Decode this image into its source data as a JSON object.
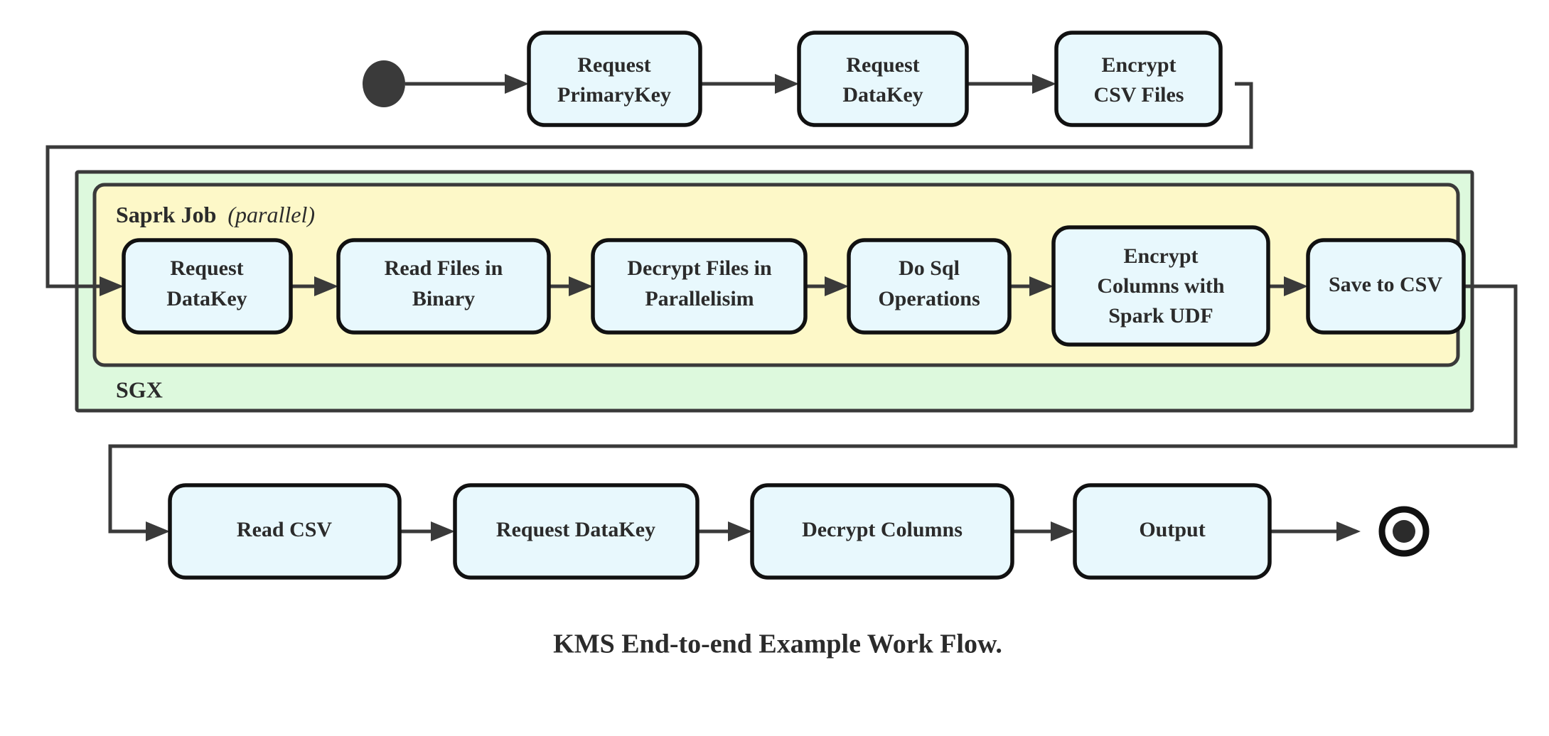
{
  "diagram": {
    "title": "KMS End-to-end Example Work Flow.",
    "colors": {
      "node_fill": "#e8f8fd",
      "node_stroke": "#111111",
      "sgx_fill": "#ddf9dd",
      "spark_fill": "#fdf8c8",
      "container_stroke": "#3a3a3a",
      "edge": "#3a3a3a",
      "text": "#2b2b2b",
      "page_background": "#ffffff"
    },
    "markers": {
      "start": "filled-circle-start-node",
      "end": "bullseye-end-node"
    },
    "containers": [
      {
        "id": "sgx",
        "label": "SGX",
        "label_position": "bottom-left"
      },
      {
        "id": "spark-job",
        "label_bold": "Saprk Job",
        "label_italic": "(parallel)",
        "label_position": "top-left"
      }
    ],
    "rows": [
      {
        "id": "top-row",
        "nodes": [
          {
            "id": "request-primarykey",
            "lines": [
              "Request",
              "PrimaryKey"
            ]
          },
          {
            "id": "request-datakey-top",
            "lines": [
              "Request",
              "DataKey"
            ]
          },
          {
            "id": "encrypt-csv-files",
            "lines": [
              "Encrypt",
              "CSV Files"
            ]
          }
        ]
      },
      {
        "id": "spark-row",
        "nodes": [
          {
            "id": "request-datakey-spark",
            "lines": [
              "Request",
              "DataKey"
            ]
          },
          {
            "id": "read-files-in-binary",
            "lines": [
              "Read Files in",
              "Binary"
            ]
          },
          {
            "id": "decrypt-files-in-parallelisim",
            "lines": [
              "Decrypt Files in",
              "Parallelisim"
            ]
          },
          {
            "id": "do-sql-operations",
            "lines": [
              "Do Sql",
              "Operations"
            ]
          },
          {
            "id": "encrypt-columns-with-spark-udf",
            "lines": [
              "Encrypt",
              "Columns with",
              "Spark UDF"
            ]
          },
          {
            "id": "save-to-csv",
            "lines": [
              "Save to CSV"
            ]
          }
        ]
      },
      {
        "id": "bottom-row",
        "nodes": [
          {
            "id": "read-csv",
            "lines": [
              "Read CSV"
            ]
          },
          {
            "id": "request-datakey-bottom",
            "lines": [
              "Request DataKey"
            ]
          },
          {
            "id": "decrypt-columns",
            "lines": [
              "Decrypt Columns"
            ]
          },
          {
            "id": "output",
            "lines": [
              "Output"
            ]
          }
        ]
      }
    ],
    "edges": [
      {
        "id": "start-to-request-primarykey",
        "kind": "straight-arrow"
      },
      {
        "id": "request-primarykey-to-request-datakey",
        "kind": "straight-arrow"
      },
      {
        "id": "request-datakey-to-encrypt-csv-files",
        "kind": "straight-arrow"
      },
      {
        "id": "encrypt-csv-files-to-spark-request-datakey",
        "kind": "routed-arrow"
      },
      {
        "id": "spark-request-datakey-to-read-files-in-binary",
        "kind": "straight-arrow"
      },
      {
        "id": "read-files-in-binary-to-decrypt-files",
        "kind": "straight-arrow"
      },
      {
        "id": "decrypt-files-to-do-sql-operations",
        "kind": "straight-arrow"
      },
      {
        "id": "do-sql-operations-to-encrypt-columns",
        "kind": "straight-arrow"
      },
      {
        "id": "encrypt-columns-to-save-to-csv",
        "kind": "straight-arrow"
      },
      {
        "id": "save-to-csv-to-read-csv",
        "kind": "routed-arrow"
      },
      {
        "id": "read-csv-to-request-datakey",
        "kind": "straight-arrow"
      },
      {
        "id": "request-datakey-to-decrypt-columns",
        "kind": "straight-arrow"
      },
      {
        "id": "decrypt-columns-to-output",
        "kind": "straight-arrow"
      },
      {
        "id": "output-to-end",
        "kind": "straight-arrow"
      }
    ]
  }
}
